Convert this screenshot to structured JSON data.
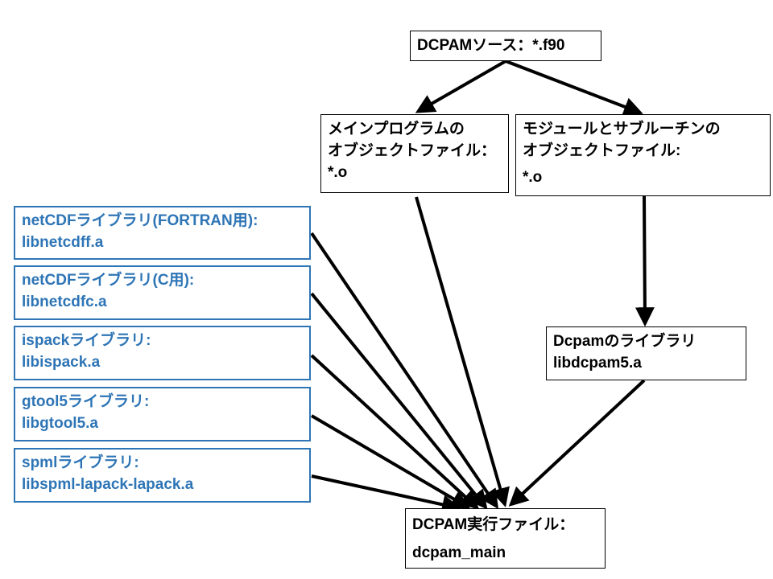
{
  "colors": {
    "black": "#000000",
    "blue": "#2e75b6"
  },
  "boxes": {
    "source": {
      "line1": "DCPAMソース：*.f90"
    },
    "main_obj": {
      "line1": "メインプログラムの",
      "line2": "オブジェクトファイル：",
      "line3": "*.o"
    },
    "module_obj": {
      "line1": "モジュールとサブルーチンの",
      "line2": "オブジェクトファイル:",
      "line3": "*.o"
    },
    "dcpam_lib": {
      "line1": "Dcpamのライブラリ",
      "line2": "libdcpam5.a"
    },
    "executable": {
      "line1": "DCPAM実行ファイル：",
      "line2": "dcpam_main"
    },
    "netcdff": {
      "line1": "netCDFライブラリ(FORTRAN用):",
      "line2": "libnetcdff.a"
    },
    "netcdfc": {
      "line1": "netCDFライブラリ(C用):",
      "line2": "libnetcdfc.a"
    },
    "ispack": {
      "line1": "ispackライブラリ:",
      "line2": "libispack.a"
    },
    "gtool5": {
      "line1": "gtool5ライブラリ:",
      "line2": "libgtool5.a"
    },
    "spml": {
      "line1": "spmlライブラリ:",
      "line2": "libspml-lapack-lapack.a"
    }
  }
}
